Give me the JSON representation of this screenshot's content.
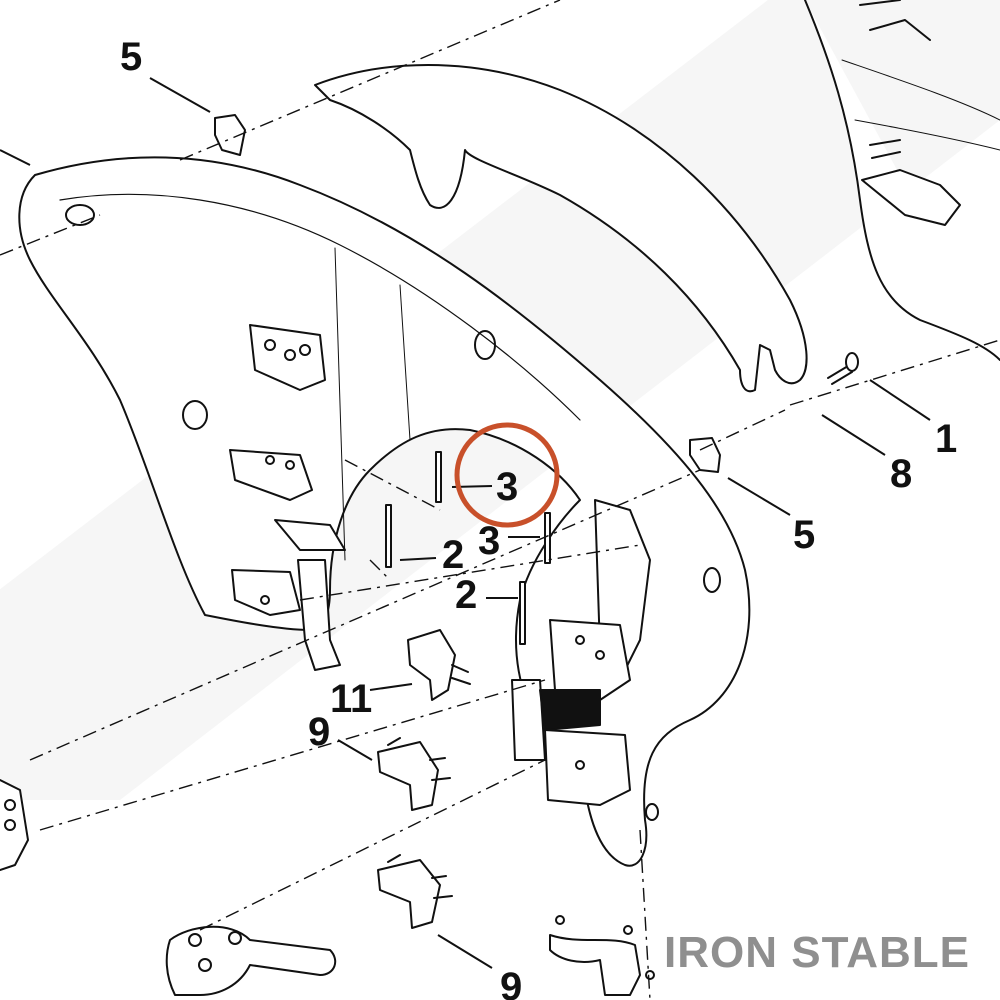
{
  "diagram": {
    "callouts": [
      {
        "key": "c1",
        "text": "5"
      },
      {
        "key": "c2",
        "text": "1"
      },
      {
        "key": "c3",
        "text": "8"
      },
      {
        "key": "c4",
        "text": "5"
      },
      {
        "key": "c5",
        "text": "3"
      },
      {
        "key": "c6",
        "text": "3"
      },
      {
        "key": "c7",
        "text": "2"
      },
      {
        "key": "c8",
        "text": "2"
      },
      {
        "key": "c9",
        "text": "11"
      },
      {
        "key": "c10",
        "text": "9"
      },
      {
        "key": "c11",
        "text": "9"
      }
    ],
    "highlight_callout": "3",
    "highlight_color": "#c8502a",
    "line_color": "#111111"
  },
  "watermark": {
    "brand_text": "IRON STABLE",
    "overlay_color": "#e9e9e9"
  }
}
